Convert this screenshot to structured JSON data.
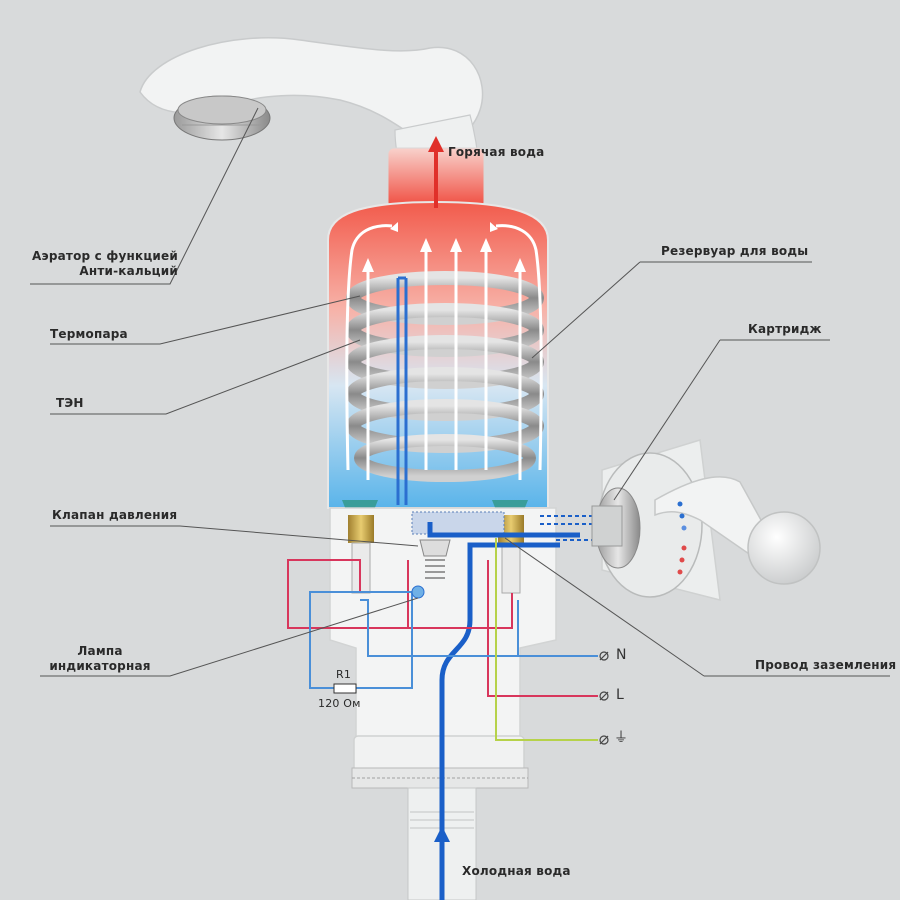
{
  "labels": {
    "hot_water": "Горячая вода",
    "aerator": "Аэратор с функцией\nАнти-кальций",
    "thermocouple": "Термопара",
    "heating_element": "ТЭН",
    "pressure_valve": "Клапан давления",
    "indicator_lamp": "Лампа\nиндикаторная",
    "water_tank": "Резервуар для воды",
    "cartridge": "Картридж",
    "ground_wire": "Провод заземления",
    "cold_water": "Холодная вода"
  },
  "circuit": {
    "resistor_name": "R1",
    "resistor_value": "120 Ом",
    "terminal_n": "N",
    "terminal_l": "L",
    "terminal_ground": "⏚"
  },
  "colors": {
    "background": "#d8dadb",
    "hot": "#f0564a",
    "cold": "#1a5fc8",
    "neutral_wire": "#4a8fd8",
    "live_wire": "#d8365c",
    "ground_wire": "#b6d24a",
    "body": "#f4f5f5"
  }
}
